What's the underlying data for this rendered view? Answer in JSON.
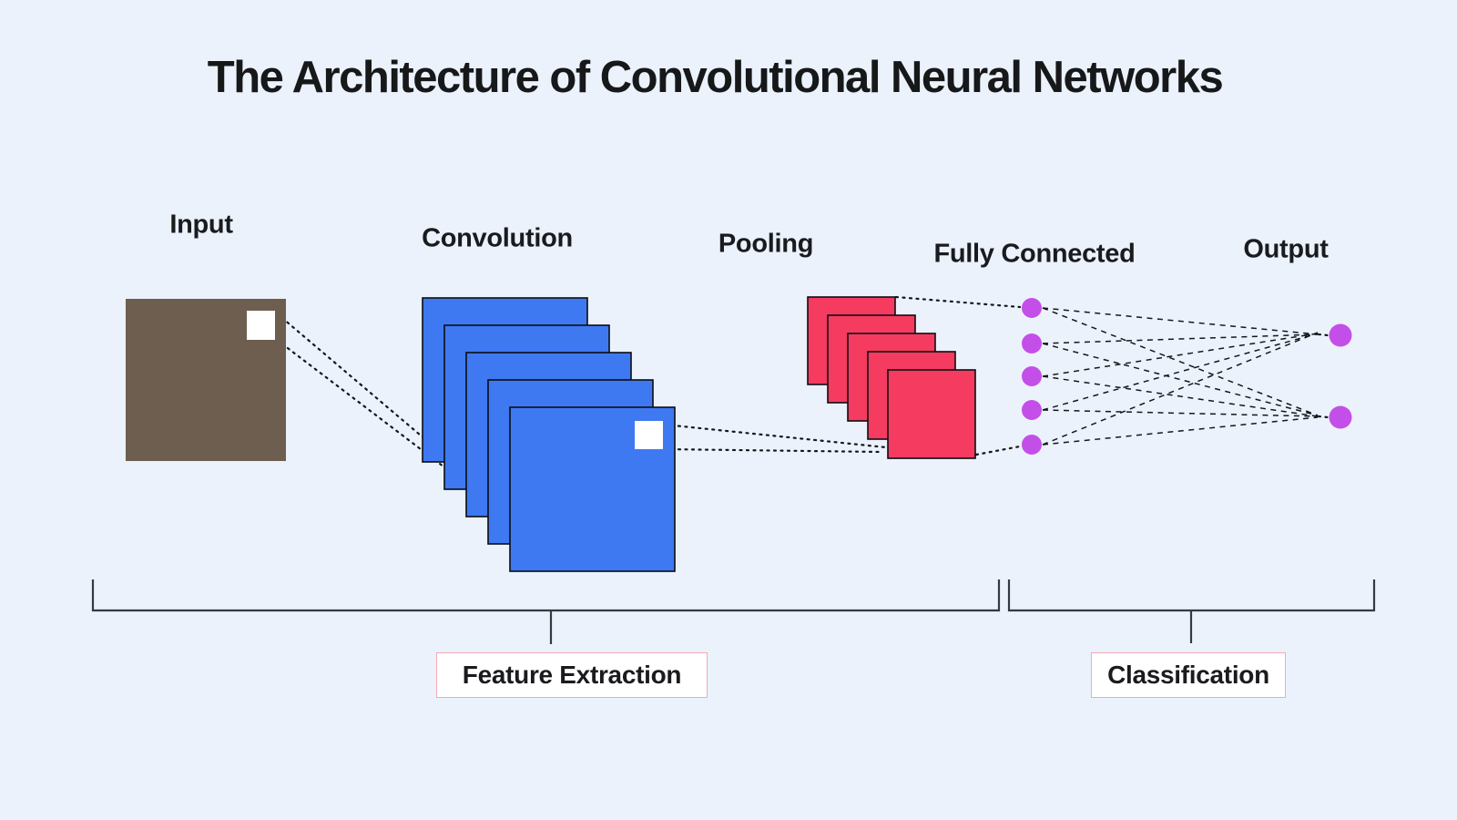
{
  "title": "The Architecture of Convolutional Neural Networks",
  "layers": {
    "input": {
      "label": "Input",
      "feature_maps": 1
    },
    "convolution": {
      "label": "Convolution",
      "feature_maps": 5
    },
    "pooling": {
      "label": "Pooling",
      "feature_maps": 5
    },
    "fully_connected": {
      "label": "Fully Connected",
      "neurons": 5
    },
    "output": {
      "label": "Output",
      "neurons": 2
    }
  },
  "sections": {
    "feature_extraction": {
      "label": "Feature Extraction"
    },
    "classification": {
      "label": "Classification"
    }
  },
  "colors": {
    "background": "#ebf2fb",
    "title_color": "#17181a",
    "label_color": "#1a1b1e",
    "input_square": "#6e5e50",
    "patch": "#ffffff",
    "conv_square": "#3e79f2",
    "pool_square": "#f53b60",
    "neuron": "#c44fe8",
    "outline": "#0d0d12",
    "connector": "#15171b",
    "bracket": "#343a40",
    "box_border": "#f2a8b4",
    "box_bg": "#ffffff"
  }
}
